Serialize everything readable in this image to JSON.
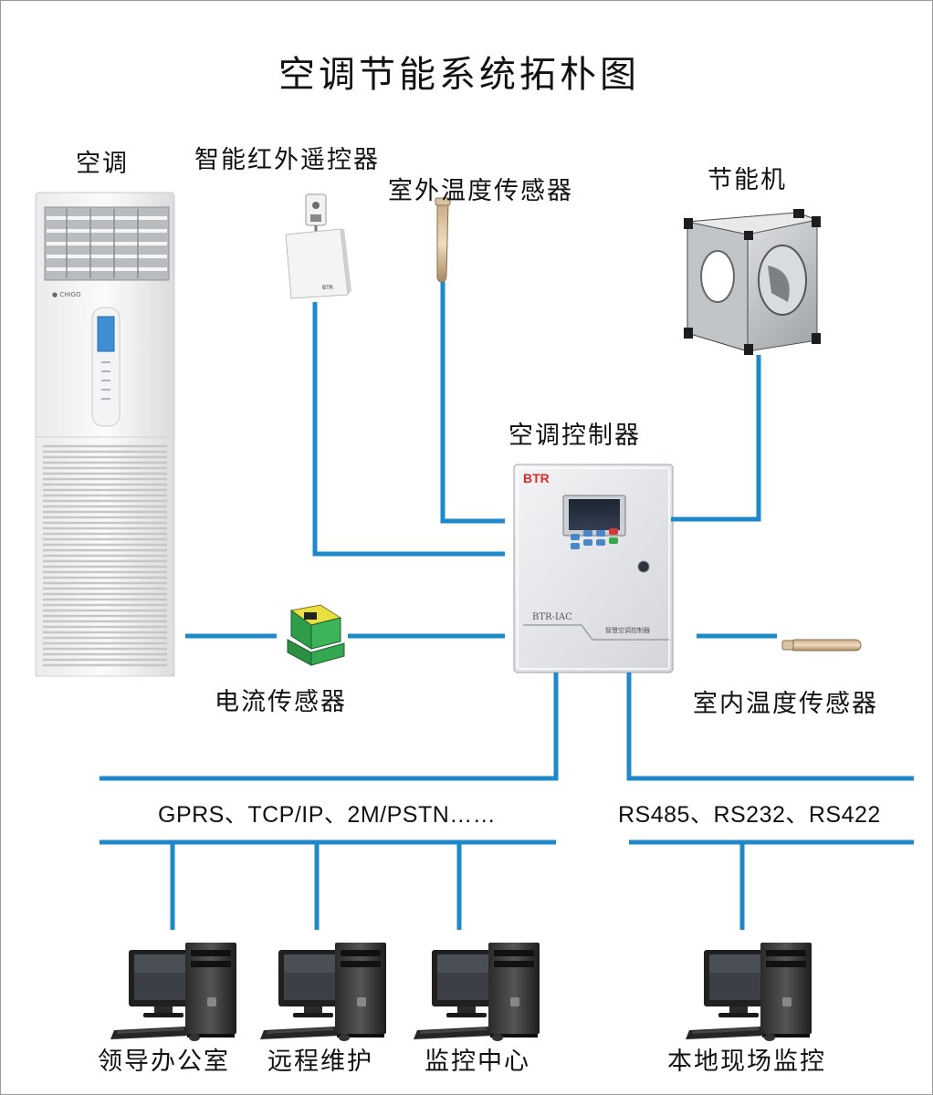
{
  "title": "空调节能系统拓朴图",
  "devices": {
    "air_conditioner": "空调",
    "ir_remote": "智能红外遥控器",
    "outdoor_sensor": "室外温度传感器",
    "energy_saver": "节能机",
    "controller": "空调控制器",
    "current_sensor": "电流传感器",
    "indoor_sensor": "室内温度传感器"
  },
  "controller_panel": {
    "brand": "BTR",
    "model": "BTR-IAC",
    "caption": "智慧空调控制器"
  },
  "remote_brand": "BTR",
  "networks": {
    "remote": "GPRS、TCP/IP、2M/PSTN……",
    "local": "RS485、RS232、RS422"
  },
  "terminals": {
    "leader_office": "领导办公室",
    "remote_maintenance": "远程维护",
    "monitoring_center": "监控中心",
    "local_monitoring": "本地现场监控"
  },
  "colors": {
    "link": "#1e88c8"
  }
}
